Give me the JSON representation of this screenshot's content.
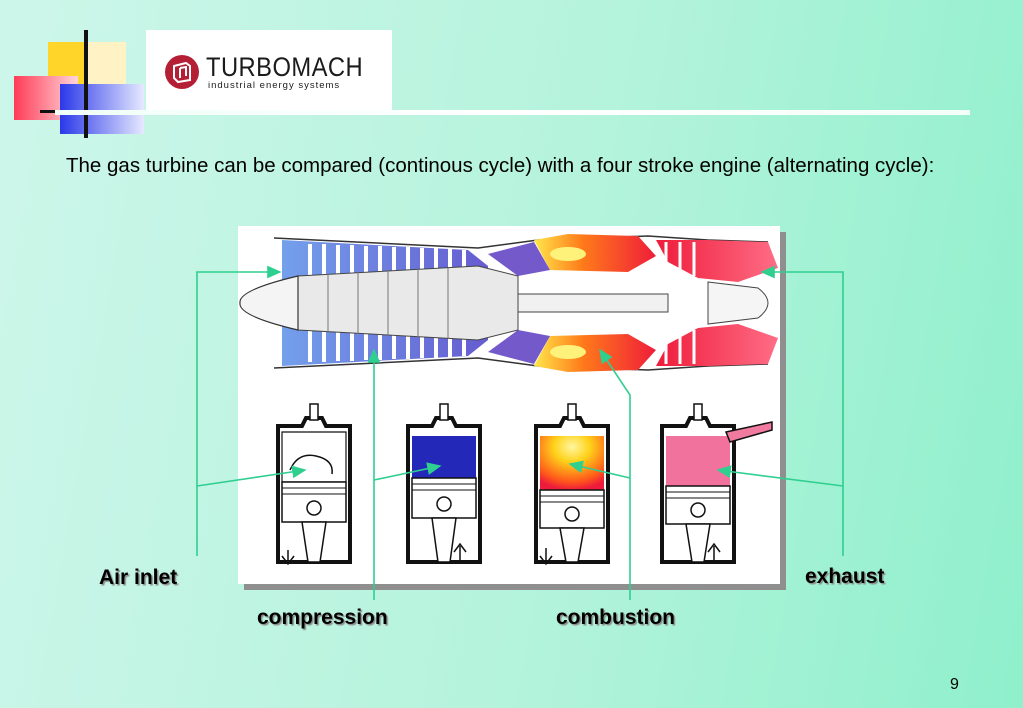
{
  "logo": {
    "name": "TURBOMACH",
    "tagline": "industrial energy systems",
    "colors": {
      "mark": "#b51f36",
      "text": "#1b1b1b"
    }
  },
  "intro_text": "The gas turbine can be compared (continous cycle) with a four stroke engine (alternating cycle):",
  "labels": {
    "air_inlet": "Air inlet",
    "compression": "compression",
    "combustion": "combustion",
    "exhaust": "exhaust"
  },
  "page_number": "9",
  "colors": {
    "background": "#b4f3dc",
    "leader_lines": "#2fcf8f",
    "compression_blue": "#3a5fd0",
    "combustion_flame": "#ffd21a",
    "exhaust_red": "#ee1c3a"
  }
}
